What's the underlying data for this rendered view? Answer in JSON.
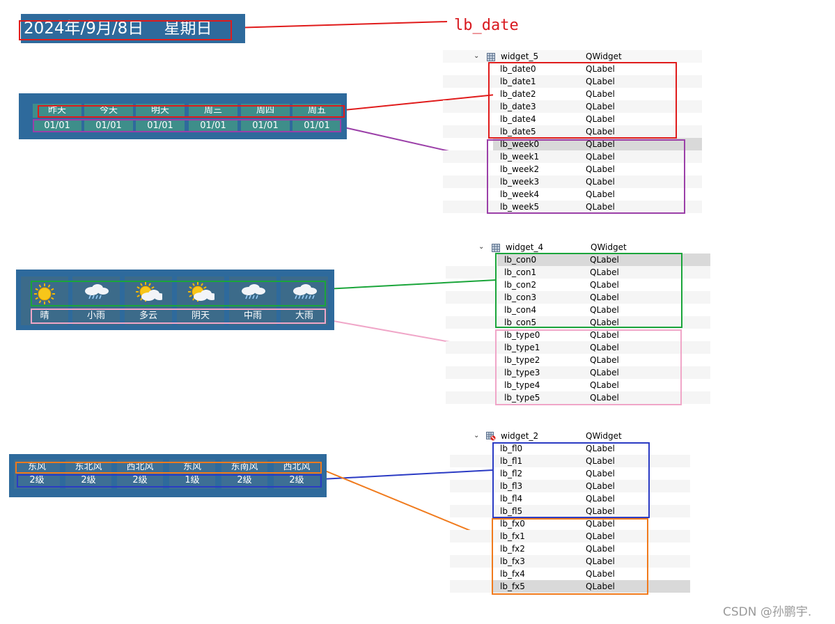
{
  "date_label": {
    "text": "2024年/9月/8日    星期日",
    "caption": "lb_date"
  },
  "forecast_dates": {
    "days": [
      "昨天",
      "今天",
      "明天",
      "周三",
      "周四",
      "周五"
    ],
    "dates": [
      "01/01",
      "01/01",
      "01/01",
      "01/01",
      "01/01",
      "01/01"
    ]
  },
  "weather_conditions": {
    "icons": [
      "sun-icon",
      "rain-cloud-icon",
      "sun-cloud-icon",
      "sun-cloud-icon",
      "rain-cloud-icon",
      "heavy-rain-cloud-icon"
    ],
    "types": [
      "晴",
      "小雨",
      "多云",
      "阴天",
      "中雨",
      "大雨"
    ]
  },
  "wind": {
    "directions": [
      "东风",
      "东北风",
      "西北风",
      "东风",
      "东南风",
      "西北风"
    ],
    "levels": [
      "2级",
      "2级",
      "2级",
      "1级",
      "2级",
      "2级"
    ]
  },
  "tree_widget_5": {
    "header": {
      "name": "widget_5",
      "type": "QWidget"
    },
    "rows": [
      {
        "name": "lb_date0",
        "type": "QLabel"
      },
      {
        "name": "lb_date1",
        "type": "QLabel"
      },
      {
        "name": "lb_date2",
        "type": "QLabel"
      },
      {
        "name": "lb_date3",
        "type": "QLabel"
      },
      {
        "name": "lb_date4",
        "type": "QLabel"
      },
      {
        "name": "lb_date5",
        "type": "QLabel"
      },
      {
        "name": "lb_week0",
        "type": "QLabel"
      },
      {
        "name": "lb_week1",
        "type": "QLabel"
      },
      {
        "name": "lb_week2",
        "type": "QLabel"
      },
      {
        "name": "lb_week3",
        "type": "QLabel"
      },
      {
        "name": "lb_week4",
        "type": "QLabel"
      },
      {
        "name": "lb_week5",
        "type": "QLabel"
      }
    ]
  },
  "tree_widget_4": {
    "header": {
      "name": "widget_4",
      "type": "QWidget"
    },
    "rows": [
      {
        "name": "lb_con0",
        "type": "QLabel"
      },
      {
        "name": "lb_con1",
        "type": "QLabel"
      },
      {
        "name": "lb_con2",
        "type": "QLabel"
      },
      {
        "name": "lb_con3",
        "type": "QLabel"
      },
      {
        "name": "lb_con4",
        "type": "QLabel"
      },
      {
        "name": "lb_con5",
        "type": "QLabel"
      },
      {
        "name": "lb_type0",
        "type": "QLabel"
      },
      {
        "name": "lb_type1",
        "type": "QLabel"
      },
      {
        "name": "lb_type2",
        "type": "QLabel"
      },
      {
        "name": "lb_type3",
        "type": "QLabel"
      },
      {
        "name": "lb_type4",
        "type": "QLabel"
      },
      {
        "name": "lb_type5",
        "type": "QLabel"
      }
    ]
  },
  "tree_widget_2": {
    "header": {
      "name": "widget_2",
      "type": "QWidget"
    },
    "rows": [
      {
        "name": "lb_fl0",
        "type": "QLabel"
      },
      {
        "name": "lb_fl1",
        "type": "QLabel"
      },
      {
        "name": "lb_fl2",
        "type": "QLabel"
      },
      {
        "name": "lb_fl3",
        "type": "QLabel"
      },
      {
        "name": "lb_fl4",
        "type": "QLabel"
      },
      {
        "name": "lb_fl5",
        "type": "QLabel"
      },
      {
        "name": "lb_fx0",
        "type": "QLabel"
      },
      {
        "name": "lb_fx1",
        "type": "QLabel"
      },
      {
        "name": "lb_fx2",
        "type": "QLabel"
      },
      {
        "name": "lb_fx3",
        "type": "QLabel"
      },
      {
        "name": "lb_fx4",
        "type": "QLabel"
      },
      {
        "name": "lb_fx5",
        "type": "QLabel"
      }
    ]
  },
  "watermark": "CSDN @孙鹏宇.",
  "colors": {
    "panel": "#2e6a9c",
    "red": "#e01b1b",
    "purple": "#9b3fa8",
    "green": "#1aa53a",
    "pink": "#f0a6c8",
    "blue": "#2b3bc4",
    "orange": "#f07a1c"
  }
}
